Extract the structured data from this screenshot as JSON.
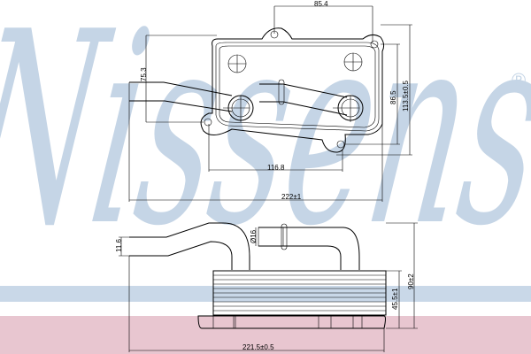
{
  "watermark": {
    "brand": "Nissens",
    "registered": "®",
    "color": "#c5d5e6"
  },
  "bands": {
    "blue": "#c9d8e8",
    "pink": "#e8c6d0"
  },
  "top_view": {
    "dimensions": [
      "85.4",
      "75.3",
      "86.5",
      "113.5±0.5",
      "116.8",
      "222±1"
    ]
  },
  "side_view": {
    "dimensions": [
      "11.6",
      "Ø16",
      "90±2",
      "45.5±1",
      "221.5±0.5"
    ]
  }
}
